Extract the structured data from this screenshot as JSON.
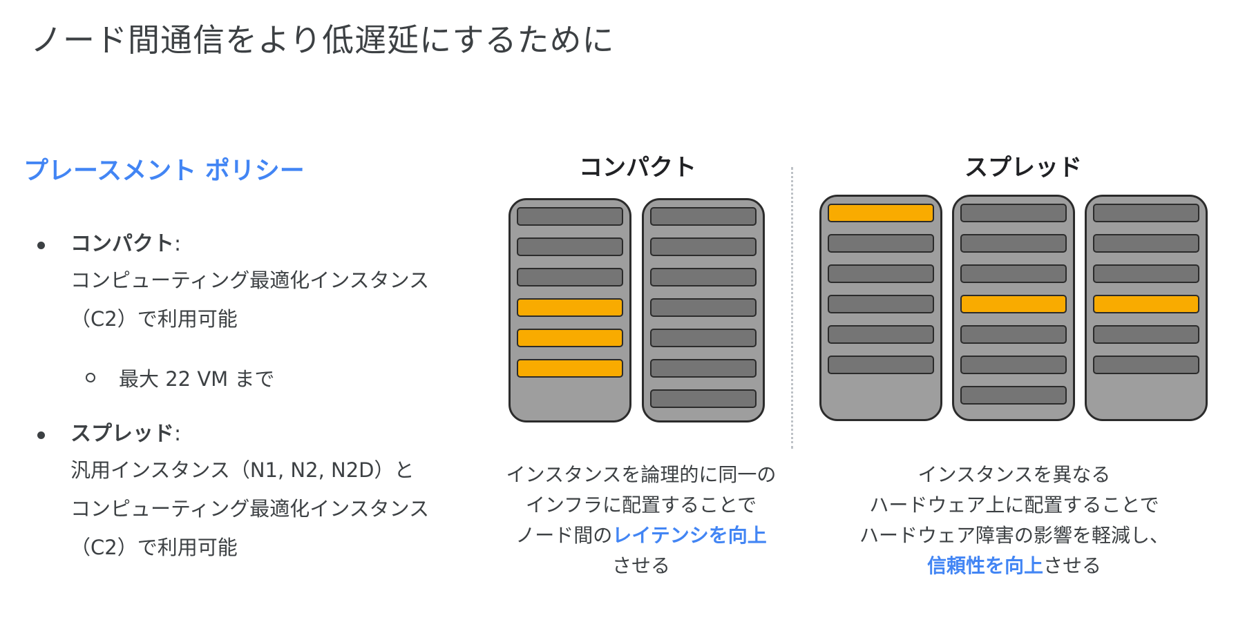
{
  "slide": {
    "title": "ノード間通信をより低遅延にするために"
  },
  "left": {
    "heading": "プレースメント ポリシー",
    "bullets": [
      {
        "label": "コンパクト",
        "colon": ":",
        "lines": [
          "コンピューティング最適化インスタンス",
          "（C2）で利用可能"
        ],
        "sub": "最大 22 VM まで"
      },
      {
        "label": "スプレッド",
        "colon": ":",
        "lines": [
          "汎用インスタンス（N1, N2, N2D）と",
          "コンピューティング最適化インスタンス",
          "（C2）で利用可能"
        ]
      }
    ]
  },
  "compact": {
    "heading": "コンパクト",
    "racks": [
      {
        "slots": 6,
        "active": [
          3,
          4,
          5
        ]
      },
      {
        "slots": 7,
        "active": []
      }
    ],
    "caption": {
      "line1": "インスタンスを論理的に同一の",
      "line2": "インフラに配置することで",
      "line3_pre": "ノード間の",
      "line3_hl": "レイテンシを向上",
      "line4": "させる"
    }
  },
  "spread": {
    "heading": "スプレッド",
    "racks": [
      {
        "slots": 6,
        "active": [
          0
        ]
      },
      {
        "slots": 7,
        "active": [
          3
        ]
      },
      {
        "slots": 6,
        "active": [
          3
        ]
      }
    ],
    "caption": {
      "line1": "インスタンスを異なる",
      "line2": "ハードウェア上に配置することで",
      "line3": "ハードウェア障害の影響を軽減し、",
      "line4_hl": "信頼性を向上",
      "line4_post": "させる"
    }
  },
  "colors": {
    "accent": "#4285f4",
    "active_slot": "#f9ab00",
    "rack": "#9e9e9e",
    "slot": "#757575"
  }
}
